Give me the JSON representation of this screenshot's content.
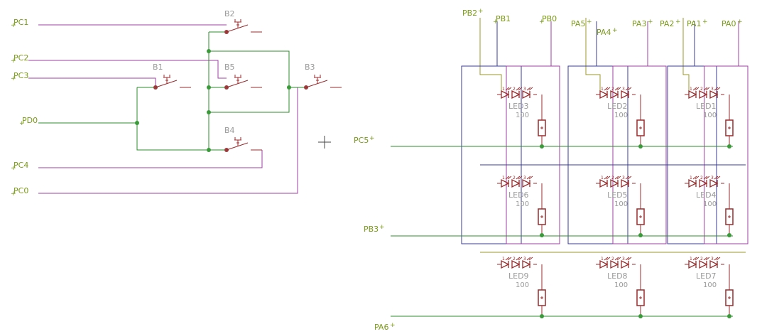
{
  "colors": {
    "background": "#ffffff",
    "net_label": "#7a9a18",
    "part_label": "#9a9a9a",
    "wire_magenta": "#a23fa3",
    "wire_green": "#2e8b2e",
    "wire_blue": "#3b3b9a",
    "wire_olive": "#9a9a2a",
    "component": "#9b2b2b",
    "junction": "#3a9a3a",
    "pin_dot": "#9b3b3b",
    "crosshair": "#444444"
  },
  "nets": {
    "pc1": "PC1",
    "pc2": "PC2",
    "pc3": "PC3",
    "pd0": "PD0",
    "pc4": "PC4",
    "pc0": "PC0",
    "pb2": "PB2",
    "pb1": "PB1",
    "pb0": "PB0",
    "pa5": "PA5",
    "pa4": "PA4",
    "pa3": "PA3",
    "pa2": "PA2",
    "pa1": "PA1",
    "pa0": "PA0",
    "pc5": "PC5",
    "pb3": "PB3",
    "pa6": "PA6"
  },
  "buttons": {
    "b1": "B1",
    "b2": "B2",
    "b3": "B3",
    "b4": "B4",
    "b5": "B5"
  },
  "leds": [
    {
      "name": "LED3",
      "value": "100"
    },
    {
      "name": "LED2",
      "value": "100"
    },
    {
      "name": "LED1",
      "value": "100"
    },
    {
      "name": "LED6",
      "value": "100"
    },
    {
      "name": "LED5",
      "value": "100"
    },
    {
      "name": "LED4",
      "value": "100"
    },
    {
      "name": "LED9",
      "value": "100"
    },
    {
      "name": "LED8",
      "value": "100"
    },
    {
      "name": "LED7",
      "value": "100"
    }
  ],
  "led_pins": [
    "1",
    "2",
    "3"
  ]
}
